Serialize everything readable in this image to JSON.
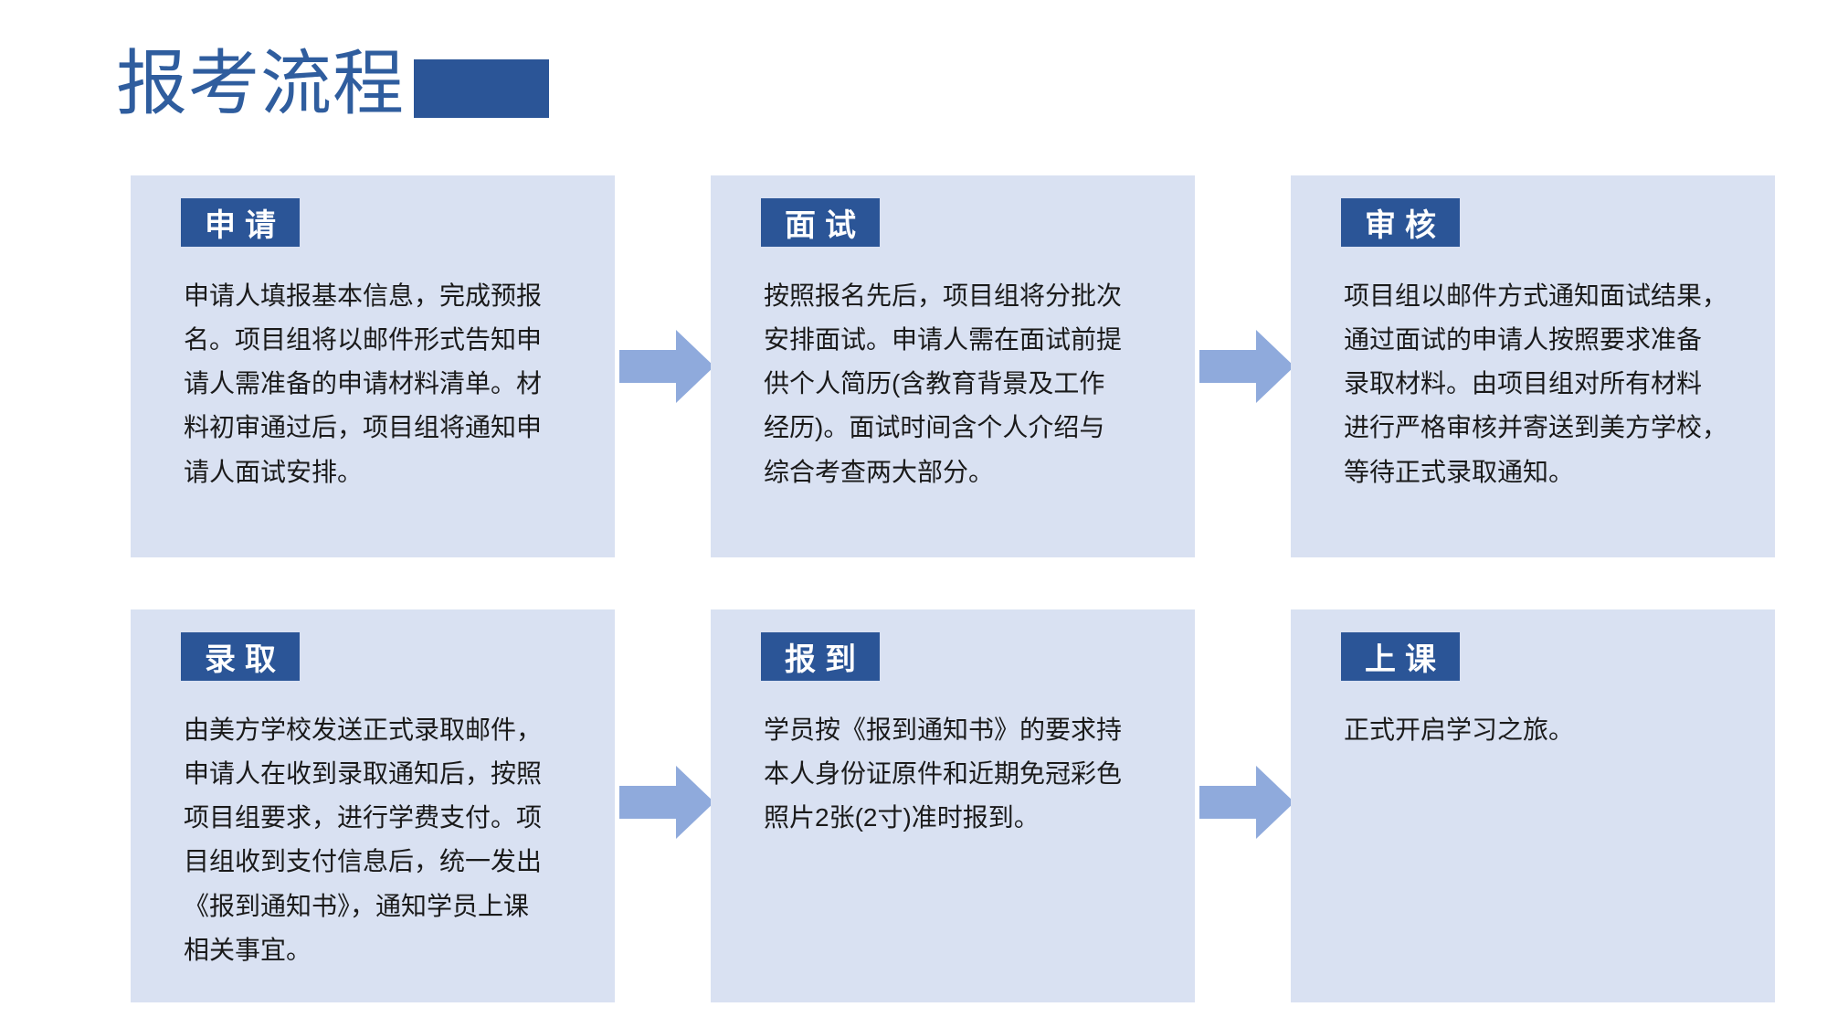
{
  "page": {
    "title": "报考流程",
    "title_color": "#2F5D9E",
    "badge_color": "#2B5597",
    "card_bg": "#D9E1F2",
    "arrow_color": "#8FAADC",
    "background": "#FFFFFF"
  },
  "cards": [
    {
      "id": "apply",
      "badge": "申请",
      "text": "申请人填报基本信息，完成预报\n名。项目组将以邮件形式告知申\n请人需准备的申请材料清单。材\n料初审通过后，项目组将通知申\n请人面试安排。"
    },
    {
      "id": "interview",
      "badge": "面试",
      "text": "按照报名先后，项目组将分批次\n安排面试。申请人需在面试前提\n供个人简历(含教育背景及工作\n经历)。面试时间含个人介绍与\n综合考查两大部分。"
    },
    {
      "id": "review",
      "badge": "审核",
      "text": "项目组以邮件方式通知面试结果，\n通过面试的申请人按照要求准备\n录取材料。由项目组对所有材料\n进行严格审核并寄送到美方学校，\n等待正式录取通知。"
    },
    {
      "id": "admission",
      "badge": "录取",
      "text": "由美方学校发送正式录取邮件，\n申请人在收到录取通知后，按照\n项目组要求，进行学费支付。项\n目组收到支付信息后，统一发出\n《报到通知书》，通知学员上课\n相关事宜。"
    },
    {
      "id": "registration",
      "badge": "报到",
      "text": "学员按《报到通知书》的要求持\n本人身份证原件和近期免冠彩色\n照片2张(2寸)准时报到。"
    },
    {
      "id": "class",
      "badge": "上课",
      "text": "正式开启学习之旅。"
    }
  ],
  "arrows": [
    {
      "id": "arrow-apply-interview",
      "label": "right-arrow"
    },
    {
      "id": "arrow-interview-review",
      "label": "right-arrow"
    },
    {
      "id": "arrow-admission-registration",
      "label": "right-arrow"
    },
    {
      "id": "arrow-registration-class",
      "label": "right-arrow"
    }
  ]
}
